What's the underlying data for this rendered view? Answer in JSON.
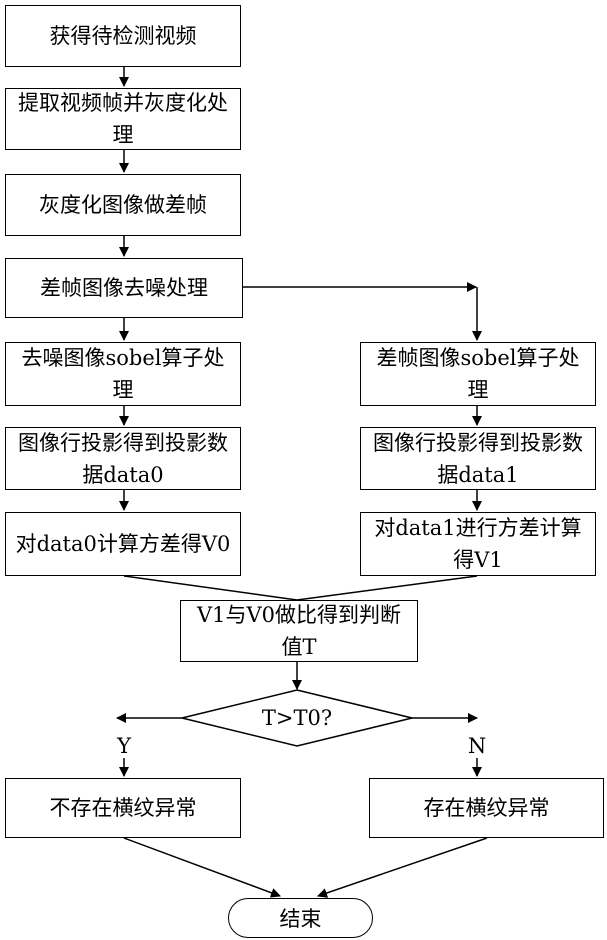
{
  "steps": {
    "s1": "获得待检测视频",
    "s2": "提取视频帧并灰度化处理",
    "s3": "灰度化图像做差帧",
    "s4": "差帧图像去噪处理",
    "l1": "去噪图像sobel算子处理",
    "l2": "图像行投影得到投影数据data0",
    "l3": "对data0计算方差得V0",
    "r1": "差帧图像sobel算子处理",
    "r2": "图像行投影得到投影数据data1",
    "r3": "对data1进行方差计算得V1",
    "merge": "V1与V0做比得到判断值T",
    "decision": "T>T0?",
    "yes": "Y",
    "no": "N",
    "out_no": "不存在横纹异常",
    "out_yes": "存在横纹异常",
    "end": "结束"
  }
}
